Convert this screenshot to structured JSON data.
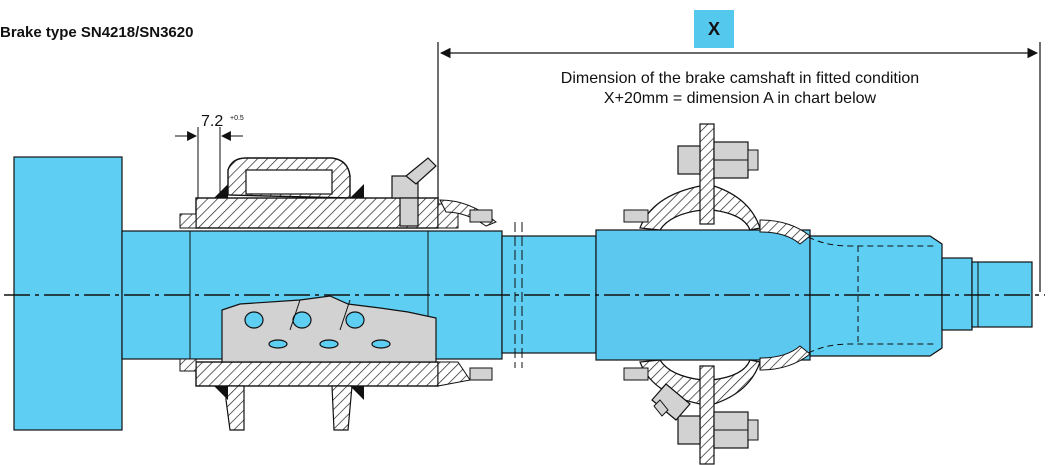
{
  "title": "Brake type SN4218/SN3620",
  "dimension_label": "X",
  "note_line1": "Dimension of the brake camshaft in fitted condition",
  "note_line2": "X+20mm = dimension A in chart below",
  "spacing_dimension": "7.2",
  "spacing_tolerance": "+0.5",
  "colors": {
    "shaft_fill": "#5ecff3",
    "shaft_fill_light": "#5cc8f0",
    "hatch_stroke": "#222222",
    "housing_fill": "#d2d2d2",
    "outline": "#111111"
  }
}
